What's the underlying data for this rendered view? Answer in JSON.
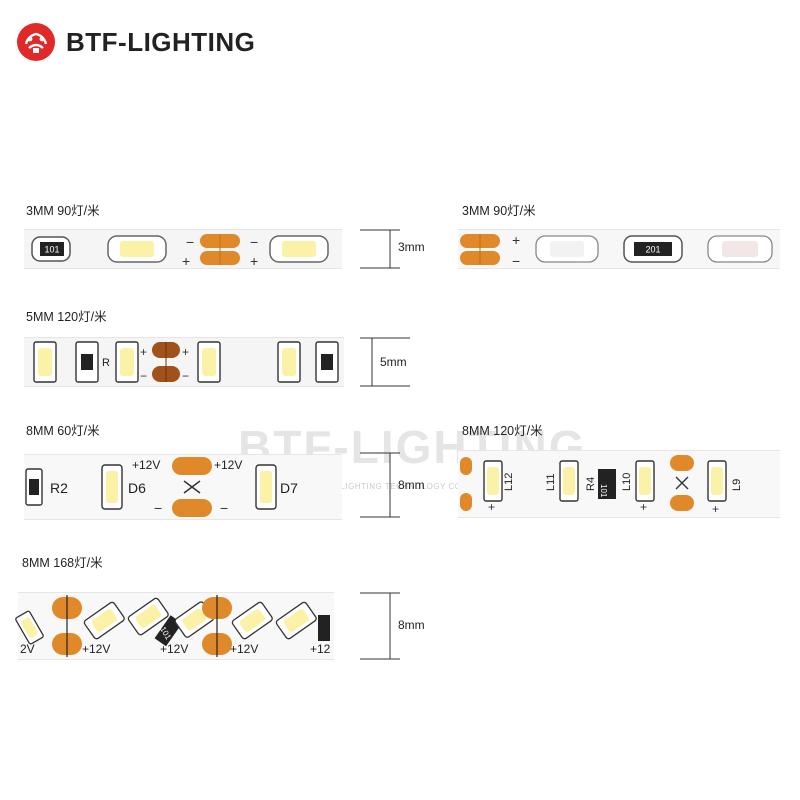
{
  "brand": {
    "name": "BTF-LIGHTING",
    "logo_icon": "btf-logo-icon"
  },
  "colors": {
    "pad": "#e0892a",
    "led_on": "#fbf2a8",
    "strip": "#f5f5f5",
    "logo": "#e02a2a"
  },
  "watermark": {
    "text": "BTF-LIGHTING",
    "sub": "SHENZHEN BTF-LIGHTING TECHNOLOGY CO.,LTD"
  },
  "strips": {
    "s3mm_a": {
      "label": "3MM 90灯/米",
      "dimension": "3mm",
      "resistor_code": "101",
      "plus": "+",
      "minus": "−"
    },
    "s3mm_b": {
      "label": "3MM 90灯/米",
      "resistor_code": "201",
      "plus": "+",
      "minus": "−"
    },
    "s5mm": {
      "label": "5MM 120灯/米",
      "dimension": "5mm",
      "resistor_label": "R",
      "plus": "+",
      "minus": "−"
    },
    "s8mm_60": {
      "label": "8MM 60灯/米",
      "dimension": "8mm",
      "r_label": "R2",
      "d6": "D6",
      "d7": "D7",
      "v1": "+12V",
      "v2": "+12V",
      "minus": "−"
    },
    "s8mm_120": {
      "label": "8MM 120灯/米",
      "l12": "L12",
      "l11": "L11",
      "r4": "R4",
      "l10": "L10",
      "l9": "L9",
      "resistor_code": "101"
    },
    "s8mm_168": {
      "label": "8MM 168灯/米",
      "dimension": "8mm",
      "v_left": "2V",
      "v1": "+12V",
      "v2": "+12V",
      "v3": "+12V",
      "v4": "+12",
      "resistor_code": "101"
    }
  }
}
